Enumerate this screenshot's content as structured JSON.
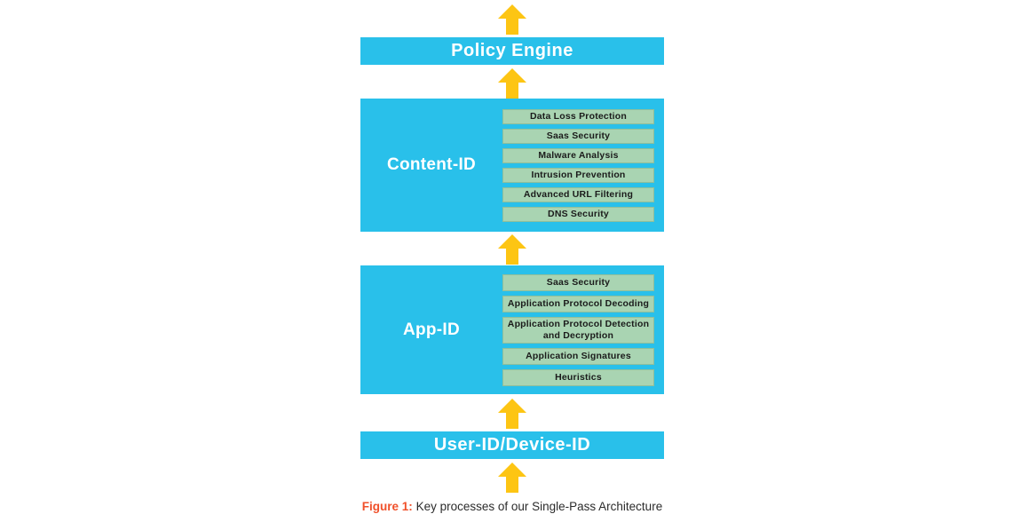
{
  "figure": {
    "caption_label": "Figure 1:",
    "caption_text": " Key processes of our Single-Pass Architecture"
  },
  "colors": {
    "panel_blue": "#29c0ea",
    "item_green": "#a9d4b2",
    "item_border": "#8fbf9b",
    "arrow_yellow": "#fdc513",
    "bar_text": "#ffffff",
    "item_text": "#1b1b1b",
    "caption_accent": "#f0502a",
    "caption_text": "#2b2b2b"
  },
  "arrows": {
    "direction": "up",
    "icon": "arrow-up-icon",
    "count": 5
  },
  "stages": [
    {
      "id": "policy-engine",
      "type": "bar",
      "title": "Policy Engine",
      "items": []
    },
    {
      "id": "content-id",
      "type": "panel",
      "title": "Content-ID",
      "items": [
        "Data Loss Protection",
        "Saas Security",
        "Malware Analysis",
        "Intrusion Prevention",
        "Advanced URL Filtering",
        "DNS Security"
      ]
    },
    {
      "id": "app-id",
      "type": "panel",
      "title": "App-ID",
      "items": [
        "Saas Security",
        "Application Protocol Decoding",
        "Application Protocol Detection\nand Decryption",
        "Application Signatures",
        "Heuristics"
      ]
    },
    {
      "id": "user-id-device-id",
      "type": "bar",
      "title": "User-ID/Device-ID",
      "items": []
    }
  ]
}
